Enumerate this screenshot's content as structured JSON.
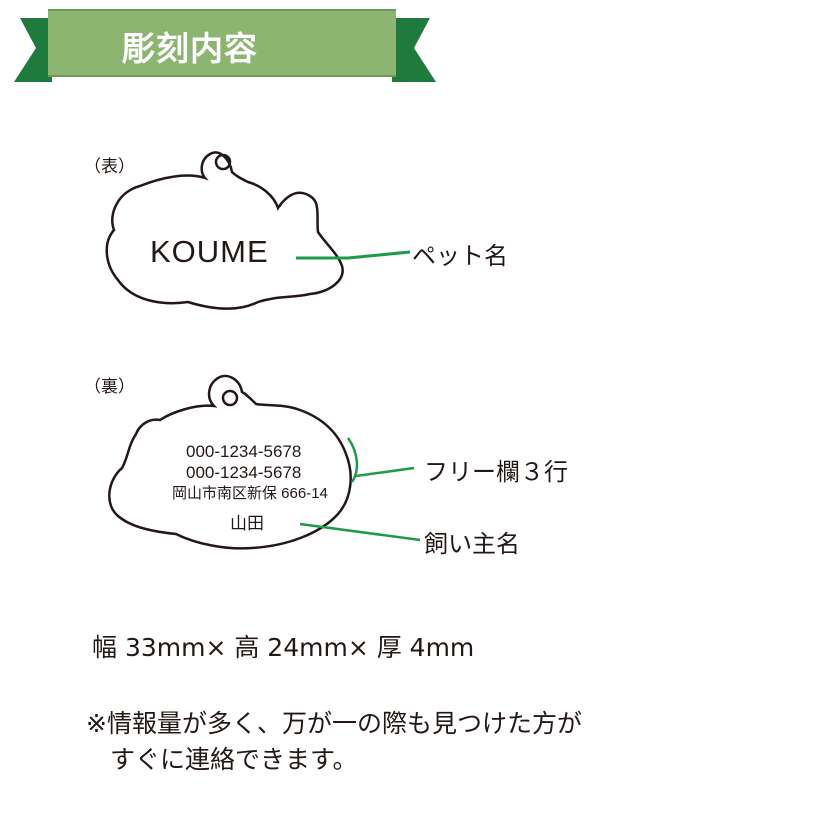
{
  "banner": {
    "title": "彫刻内容",
    "color_main": "#8cb572",
    "color_dark": "#1f7a3d"
  },
  "front": {
    "label": "（表）",
    "pet_name": "KOUME",
    "callout_label": "ペット名"
  },
  "back": {
    "label": "（裏）",
    "lines": [
      "000-1234-5678",
      "000-1234-5678",
      "岡山市南区新保 666-14"
    ],
    "owner_name": "山田",
    "free_callout_label": "フリー欄３行",
    "owner_callout_label": "飼い主名"
  },
  "dimensions": "幅 33mm× 高 24mm× 厚 4mm",
  "note": {
    "line1": "※情報量が多く、万が一の際も見つけた方が",
    "line2": "すぐに連絡できます。"
  },
  "colors": {
    "accent_line": "#1e9a48",
    "outline": "#231815"
  }
}
